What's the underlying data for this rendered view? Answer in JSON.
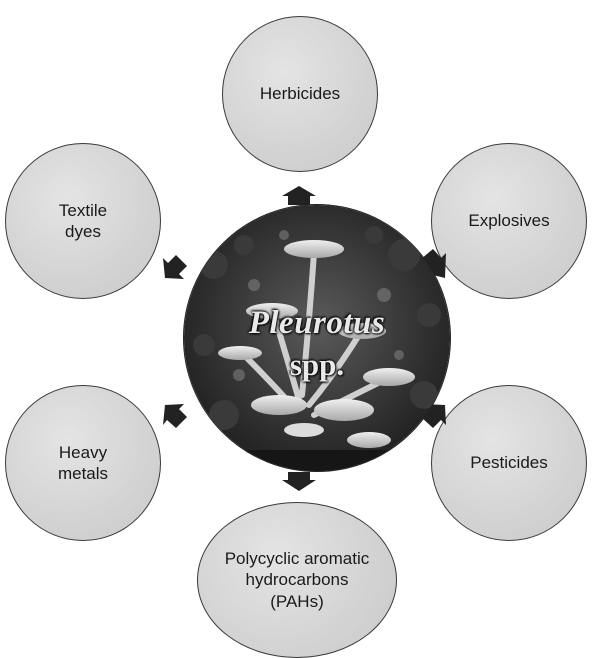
{
  "hub": {
    "title": "Pleurotus",
    "subtitle": "spp."
  },
  "nodes": [
    {
      "id": "herbicides",
      "label": "Herbicides"
    },
    {
      "id": "explosives",
      "label": "Explosives"
    },
    {
      "id": "pesticides",
      "label": "Pesticides"
    },
    {
      "id": "pahs",
      "label": "Polycyclic aromatic\nhydrocarbons\n(PAHs)"
    },
    {
      "id": "heavy-metals",
      "label": "Heavy\nmetals"
    },
    {
      "id": "textile-dyes",
      "label": "Textile\ndyes"
    }
  ],
  "colors": {
    "node_fill": "#d3d3d3",
    "node_border": "#3a3a3a",
    "arrow": "#222222"
  }
}
